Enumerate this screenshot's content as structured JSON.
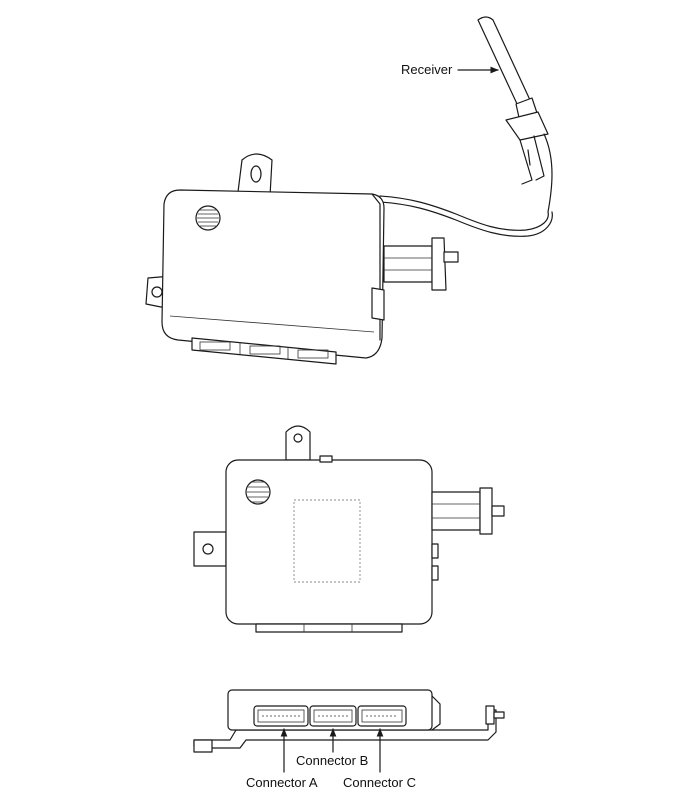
{
  "labels": {
    "receiver": "Receiver",
    "connector_a": "Connector A",
    "connector_b": "Connector B",
    "connector_c": "Connector C"
  },
  "colors": {
    "line": "#1a1a1a",
    "background": "#ffffff"
  }
}
